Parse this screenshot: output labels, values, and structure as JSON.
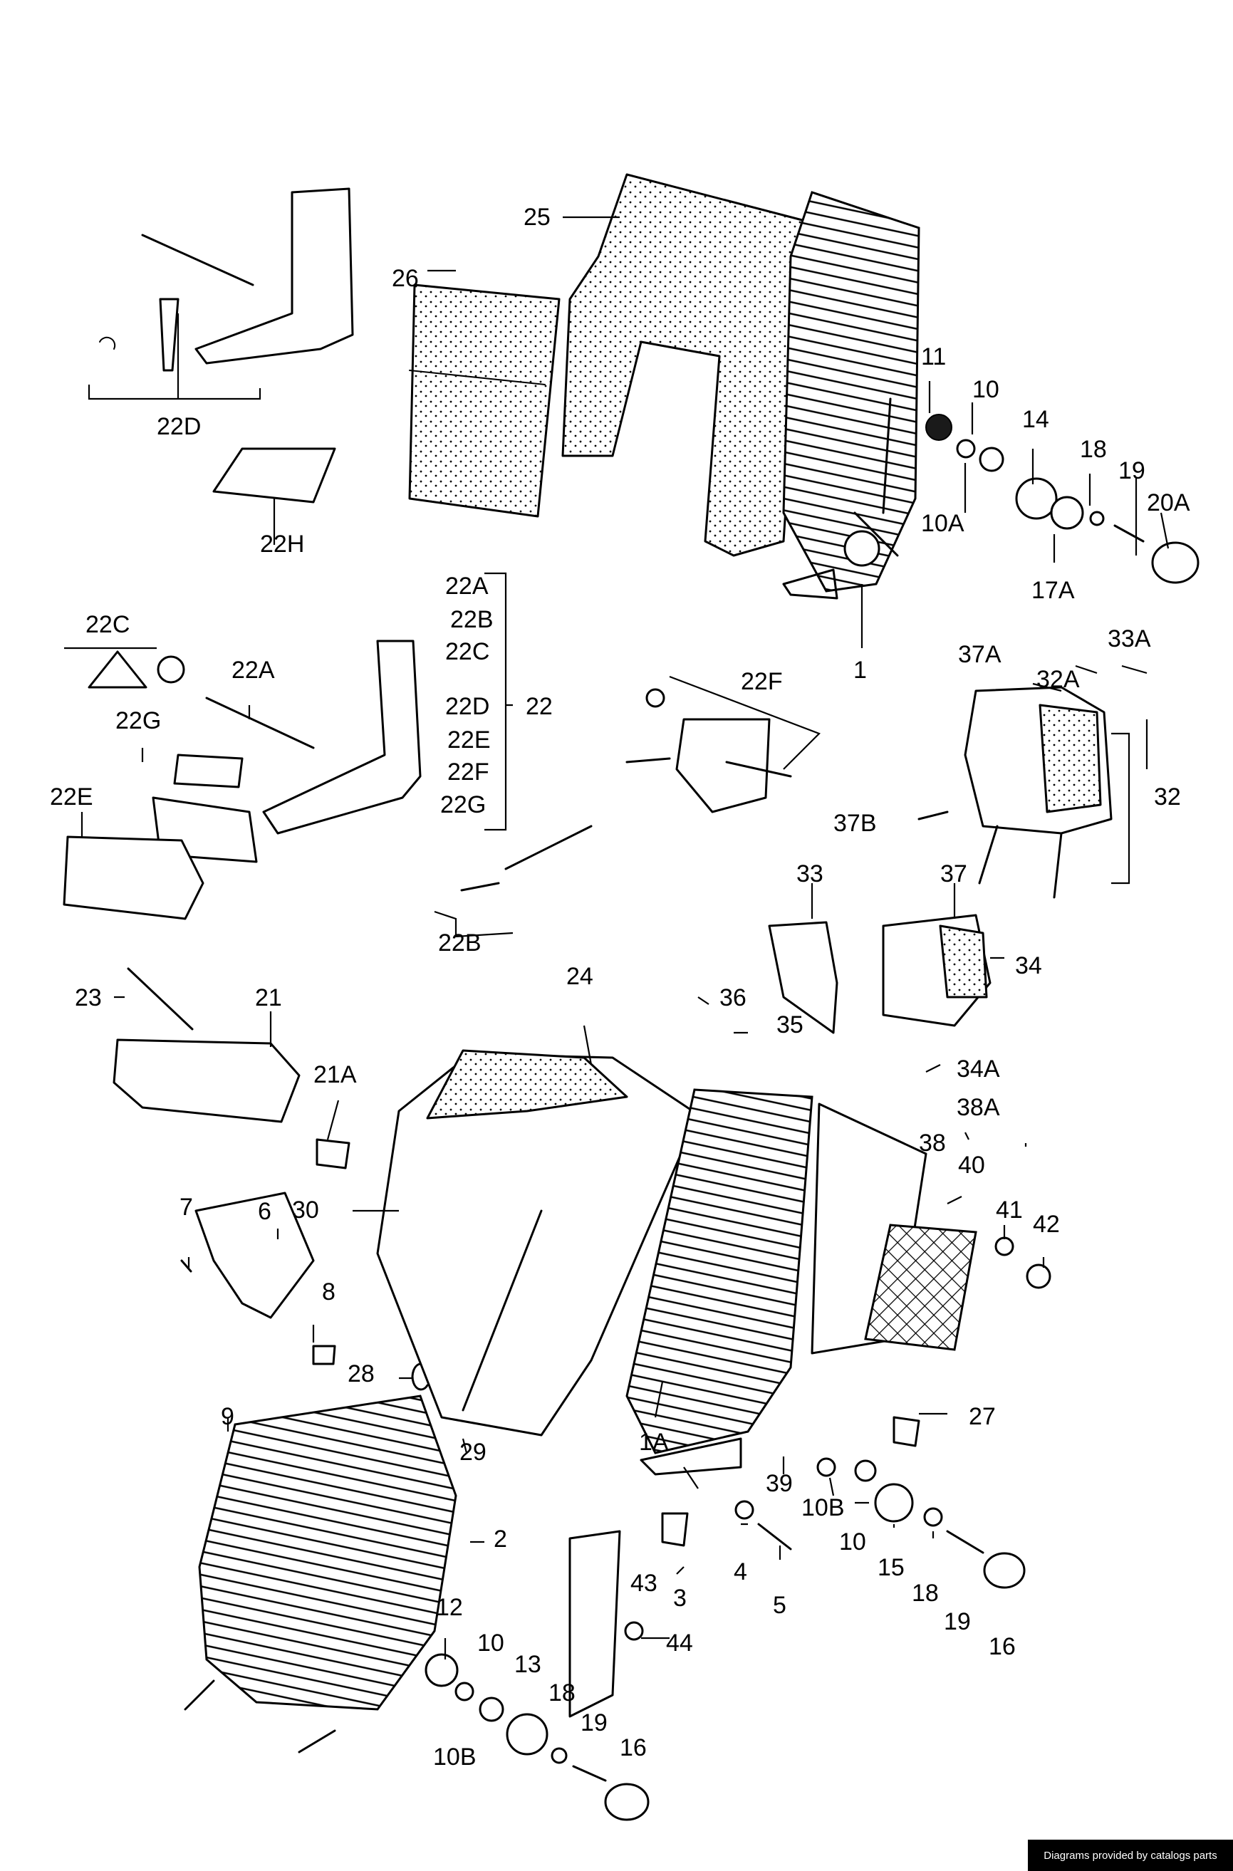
{
  "credit": "Diagrams provided by catalogs parts",
  "callouts": {
    "p25": "25",
    "p26": "26",
    "p22D": "22D",
    "p22H": "22H",
    "p11": "11",
    "p10_top": "10",
    "p14": "14",
    "p18_top": "18",
    "p19_top": "19",
    "p20A": "20A",
    "p10A": "10A",
    "p17A": "17A",
    "p1": "1",
    "p22A_list": "22A",
    "p22B_list": "22B",
    "p22C_list": "22C",
    "p22D_list": "22D",
    "p22E_list": "22E",
    "p22F_list": "22F",
    "p22G_list": "22G",
    "p22": "22",
    "p22C": "22C",
    "p22A": "22A",
    "p22G": "22G",
    "p22E": "22E",
    "p22F": "22F",
    "p22B": "22B",
    "p37A": "37A",
    "p33A": "33A",
    "p32A": "32A",
    "p32": "32",
    "p37B": "37B",
    "p33": "33",
    "p37": "37",
    "p34": "34",
    "p23": "23",
    "p21": "21",
    "p24": "24",
    "p36": "36",
    "p35": "35",
    "p21A": "21A",
    "p34A": "34A",
    "p38A": "38A",
    "p38": "38",
    "p40": "40",
    "p41": "41",
    "p42": "42",
    "p30": "30",
    "p7": "7",
    "p6": "6",
    "p8": "8",
    "p9": "9",
    "p28": "28",
    "p29": "29",
    "p27": "27",
    "p1A": "1A",
    "p39": "39",
    "p10B_mid": "10B",
    "p10_mid": "10",
    "p15": "15",
    "p18_mid": "18",
    "p19_mid": "19",
    "p16_mid": "16",
    "p4": "4",
    "p5": "5",
    "p3": "3",
    "p43": "43",
    "p44": "44",
    "p2": "2",
    "p12": "12",
    "p10_bot": "10",
    "p13": "13",
    "p18_bot": "18",
    "p19_bot": "19",
    "p16_bot": "16",
    "p10B_bot": "10B"
  }
}
